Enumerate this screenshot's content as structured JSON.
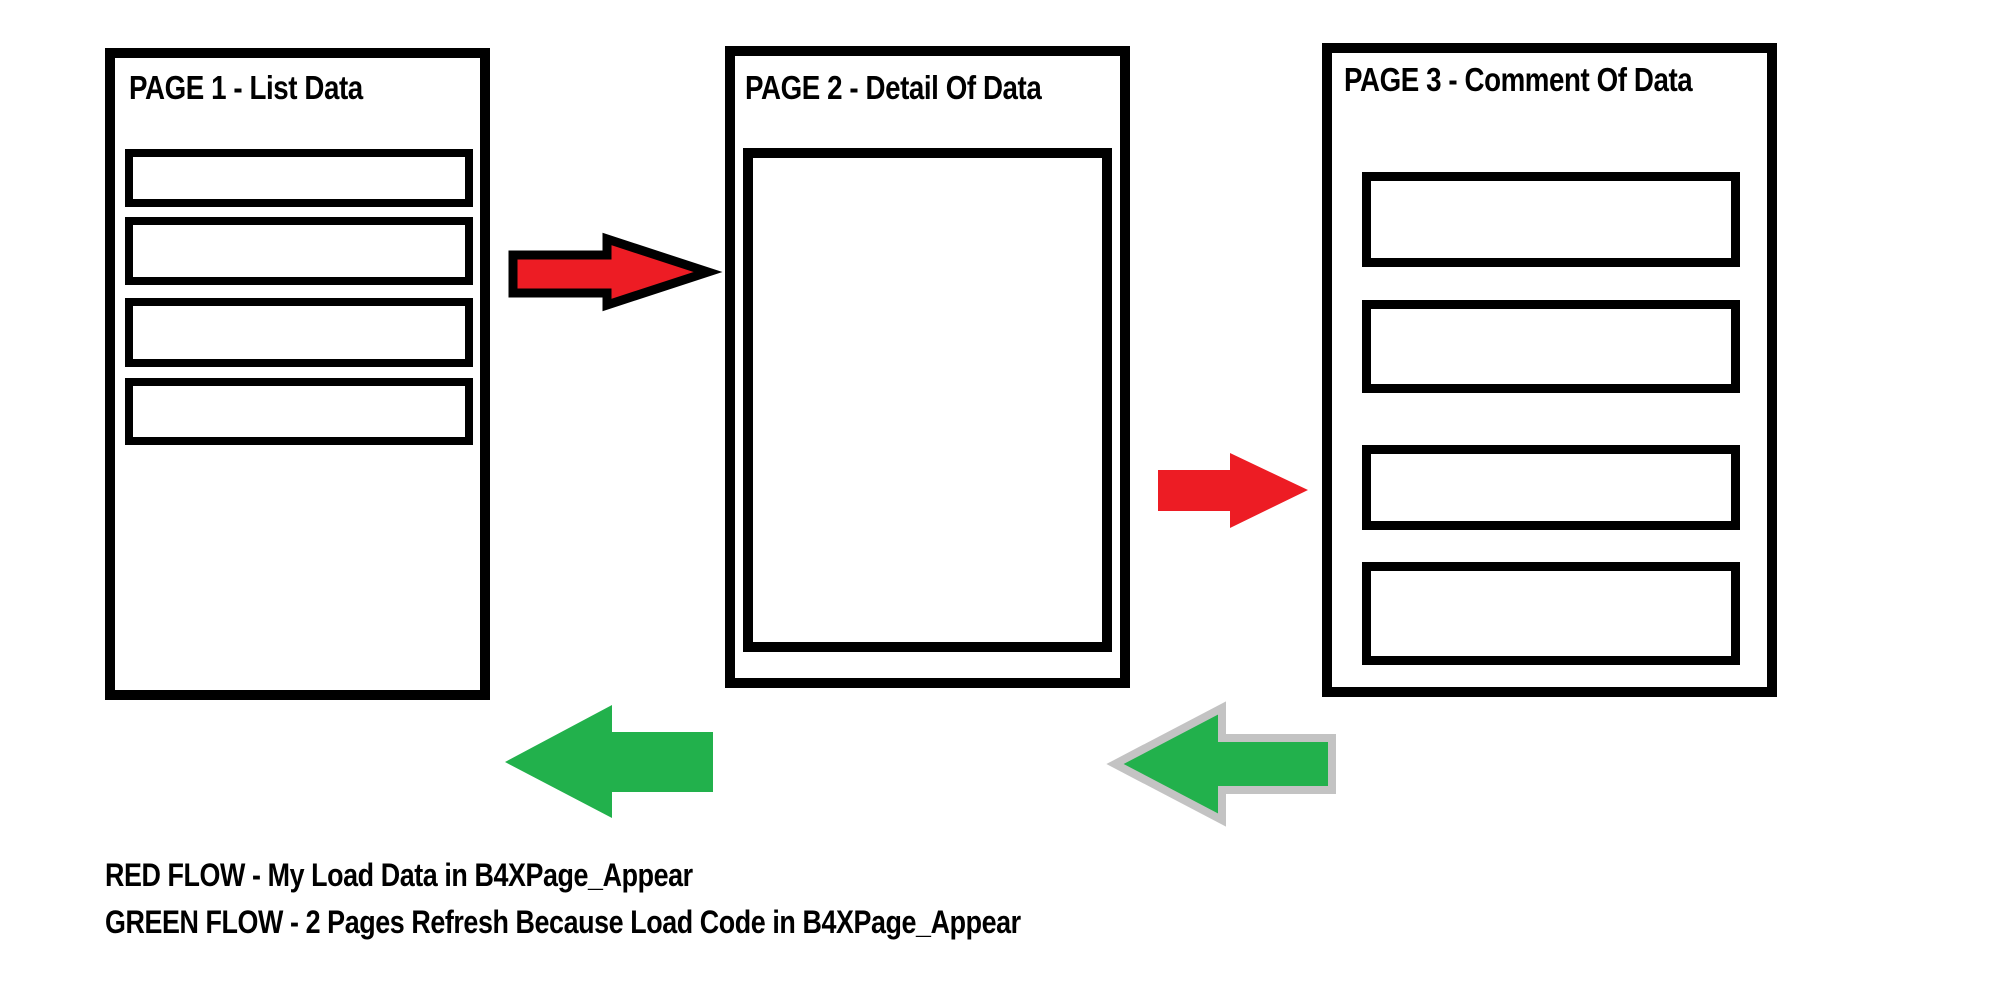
{
  "diagram": {
    "pages": [
      {
        "title": "PAGE 1 - List Data",
        "list_item_count": 4
      },
      {
        "title": "PAGE 2 - Detail Of Data",
        "list_item_count": 1
      },
      {
        "title": "PAGE 3 - Comment Of Data",
        "list_item_count": 4
      }
    ],
    "arrows": [
      {
        "name": "red-arrow-page1-to-page2",
        "direction": "right",
        "flow": "red"
      },
      {
        "name": "red-arrow-page2-to-page3",
        "direction": "right",
        "flow": "red"
      },
      {
        "name": "green-arrow-page2-to-page1",
        "direction": "left",
        "flow": "green"
      },
      {
        "name": "green-arrow-page3-to-page2",
        "direction": "left",
        "flow": "green"
      }
    ],
    "legend": [
      {
        "label": "RED FLOW - My Load Data in B4XPage_Appear"
      },
      {
        "label": "GREEN FLOW - 2 Pages Refresh Because Load Code in B4XPage_Appear"
      }
    ],
    "colors": {
      "red": "#ED1C24",
      "green": "#22B14C",
      "gray": "#C3C3C3",
      "black": "#000000",
      "white": "#FFFFFF"
    }
  }
}
